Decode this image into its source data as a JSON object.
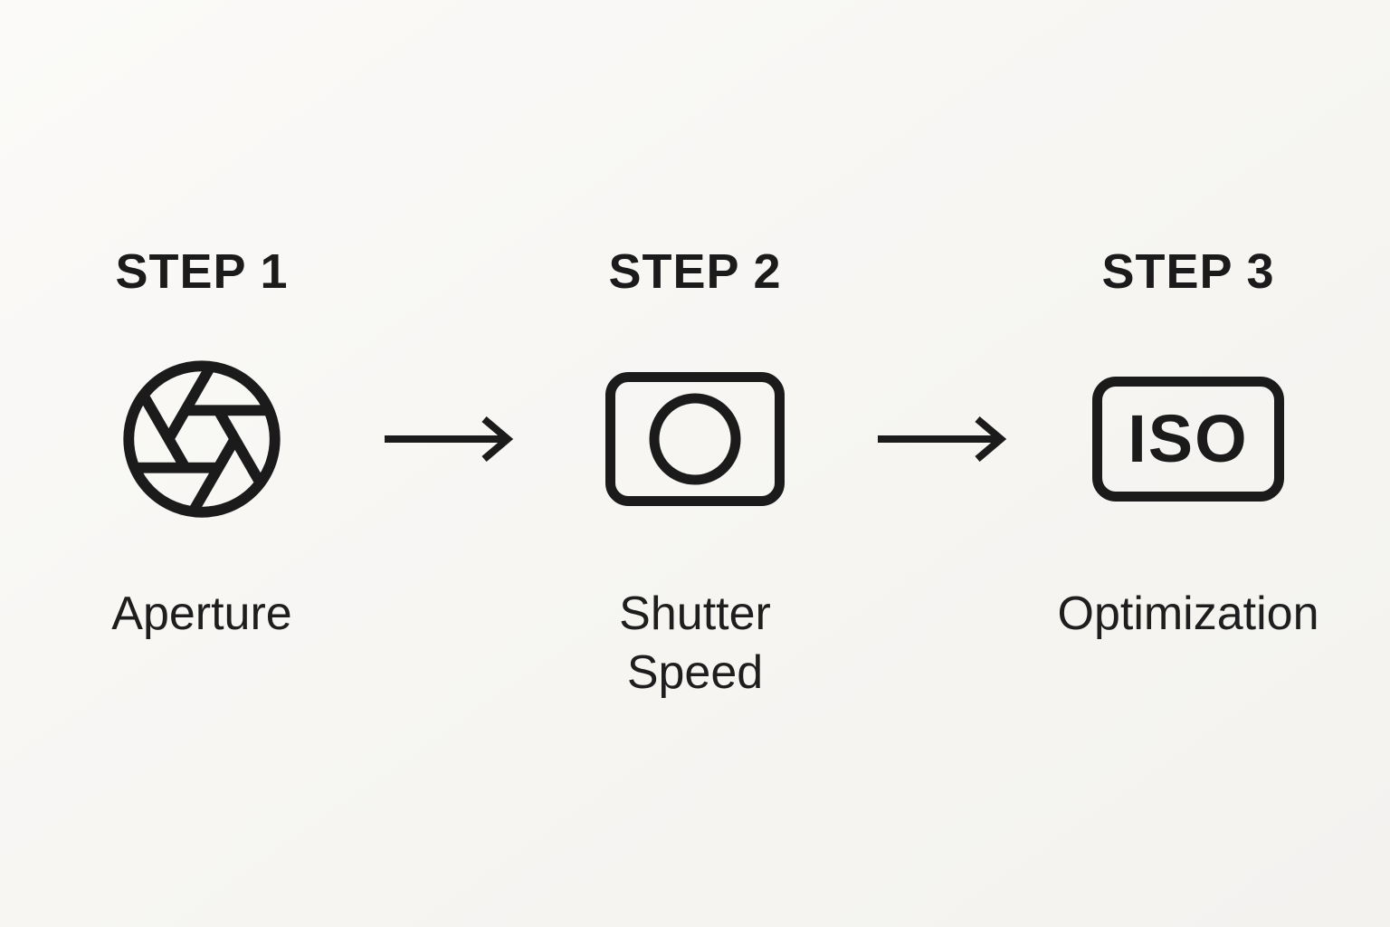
{
  "page": {
    "background_color": "#f7f6f3",
    "ink_color": "#1b1b1b",
    "description": "Three-step photography exposure workflow diagram"
  },
  "steps": [
    {
      "title": "STEP 1",
      "label": "Aperture",
      "icon": "aperture-icon"
    },
    {
      "title": "STEP 2",
      "label": "Shutter Speed",
      "icon": "camera-shutter-icon"
    },
    {
      "title": "STEP 3",
      "label": "Optimization",
      "icon": "iso-badge-icon",
      "badge_text": "ISO"
    }
  ],
  "arrows": [
    {
      "icon": "right-arrow-icon"
    },
    {
      "icon": "right-arrow-icon"
    }
  ]
}
